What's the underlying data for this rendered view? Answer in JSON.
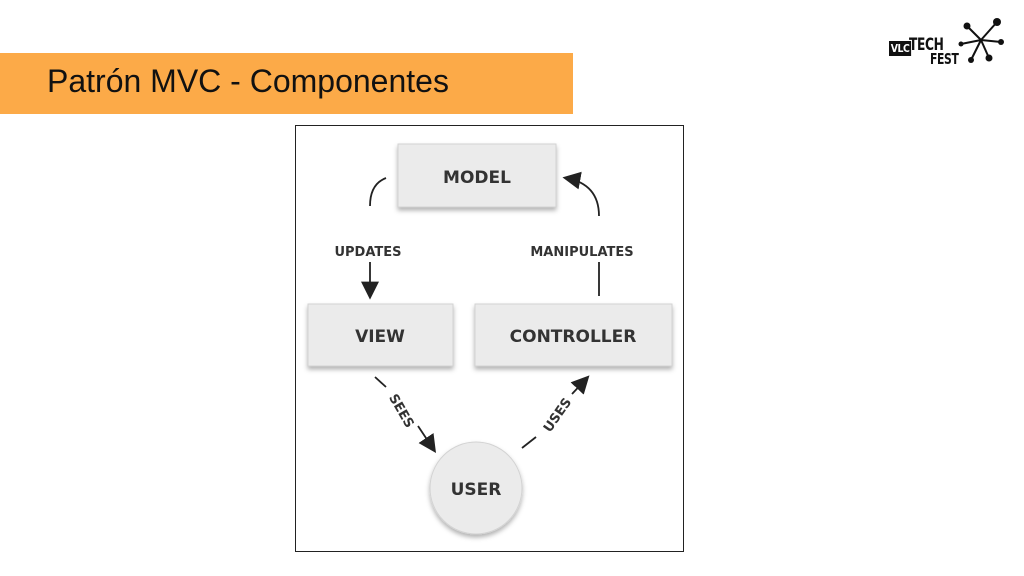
{
  "slide": {
    "title": "Patrón MVC - Componentes"
  },
  "logo": {
    "vlc": "VLC",
    "tech": "TECH",
    "fest": "FEST"
  },
  "diagram": {
    "nodes": {
      "model": "MODEL",
      "view": "VIEW",
      "controller": "CONTROLLER",
      "user": "USER"
    },
    "edges": {
      "updates": "UPDATES",
      "manipulates": "MANIPULATES",
      "sees": "SEES",
      "uses": "USES"
    }
  },
  "colors": {
    "title_bar": "#fcaa48",
    "box_fill": "#ebebeb",
    "text": "#333333"
  }
}
